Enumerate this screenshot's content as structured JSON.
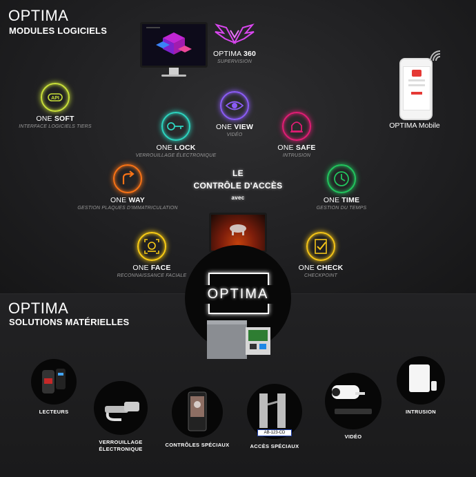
{
  "header_top": {
    "brand": "OPTIMA",
    "subtitle": "MODULES LOGICIELS"
  },
  "header_bottom": {
    "brand": "OPTIMA",
    "subtitle": "SOLUTIONS MATÉRIELLES"
  },
  "center": {
    "line1": "LE",
    "line2": "CONTRÔLE D'ACCÈS",
    "line3": "avec",
    "logo": "OPTIMA"
  },
  "optima360": {
    "prefix": "OPTIMA",
    "suffix": "360",
    "desc": "SUPERVISION"
  },
  "mobile": {
    "label": "OPTIMA Mobile"
  },
  "modules": [
    {
      "prefix": "ONE",
      "name": "SOFT",
      "desc": "INTERFACE LOGICIELS TIERS",
      "color": "#c9e03a",
      "icon": "api-icon"
    },
    {
      "prefix": "ONE",
      "name": "VIEW",
      "desc": "VIDÉO",
      "color": "#8b5cf6",
      "icon": "eye-icon"
    },
    {
      "prefix": "ONE",
      "name": "LOCK",
      "desc": "VERROUILLAGE ÉLECTRONIQUE",
      "color": "#2dd4bf",
      "icon": "key-lock-icon"
    },
    {
      "prefix": "ONE",
      "name": "SAFE",
      "desc": "INTRUSION",
      "color": "#e11d74",
      "icon": "alarm-icon"
    },
    {
      "prefix": "ONE",
      "name": "WAY",
      "desc": "GESTION PLAQUES D'IMMATRICULATION",
      "color": "#f97316",
      "icon": "arrow-turn-icon"
    },
    {
      "prefix": "ONE",
      "name": "TIME",
      "desc": "GESTION DU TEMPS",
      "color": "#22c55e",
      "icon": "clock-icon"
    },
    {
      "prefix": "ONE",
      "name": "FACE",
      "desc": "RECONNAISSANCE FACIALE",
      "color": "#facc15",
      "icon": "face-scan-icon"
    },
    {
      "prefix": "ONE",
      "name": "CHECK",
      "desc": "CHECKPOINT",
      "color": "#f5c518",
      "icon": "checklist-icon"
    }
  ],
  "hardware": [
    {
      "label": "LECTEURS",
      "icon": "card-reader-icon"
    },
    {
      "label": "VERROUILLAGE\nÉLECTRONIQUE",
      "icon": "cylinder-lock-icon"
    },
    {
      "label": "CONTRÔLES SPÉCIAUX",
      "icon": "face-terminal-icon"
    },
    {
      "label": "ACCÈS SPÉCIAUX",
      "icon": "turnstile-icon",
      "plate": "AB-123-CD"
    },
    {
      "label": "VIDÉO",
      "icon": "camera-icon"
    },
    {
      "label": "INTRUSION",
      "icon": "alarm-panel-icon"
    }
  ]
}
